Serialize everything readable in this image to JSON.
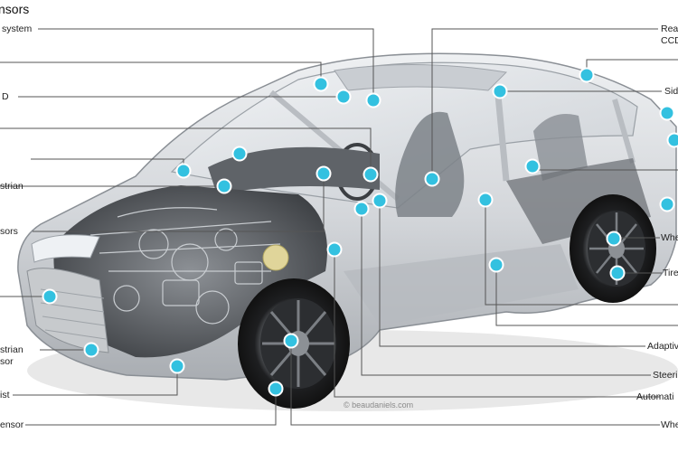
{
  "title": "nsors",
  "credit": "© beaudaniels.com",
  "colors": {
    "marker": "#33c1e0",
    "leader": "#555555",
    "car_body": "#d9dbde"
  },
  "labels_left": [
    {
      "id": "l1",
      "text": "system"
    },
    {
      "id": "l2",
      "text": ""
    },
    {
      "id": "l3",
      "text": "D"
    },
    {
      "id": "l4",
      "text": ""
    },
    {
      "id": "l5",
      "text": "strian"
    },
    {
      "id": "l6",
      "text": "sors"
    },
    {
      "id": "l7",
      "text": ""
    },
    {
      "id": "l8",
      "text": "strian"
    },
    {
      "id": "l9",
      "text": "sor"
    },
    {
      "id": "l10",
      "text": "ist"
    },
    {
      "id": "l11",
      "text": "ensor"
    }
  ],
  "labels_right": [
    {
      "id": "r1",
      "text": "Rea"
    },
    {
      "id": "r2",
      "text": "CCD"
    },
    {
      "id": "r3",
      "text": "Sid"
    },
    {
      "id": "r4",
      "text": "Whe"
    },
    {
      "id": "r5",
      "text": "Tire"
    },
    {
      "id": "r6",
      "text": "Adaptiv"
    },
    {
      "id": "r7",
      "text": "Steerin"
    },
    {
      "id": "r8",
      "text": "Automati"
    },
    {
      "id": "r9",
      "text": "Whe"
    }
  ]
}
